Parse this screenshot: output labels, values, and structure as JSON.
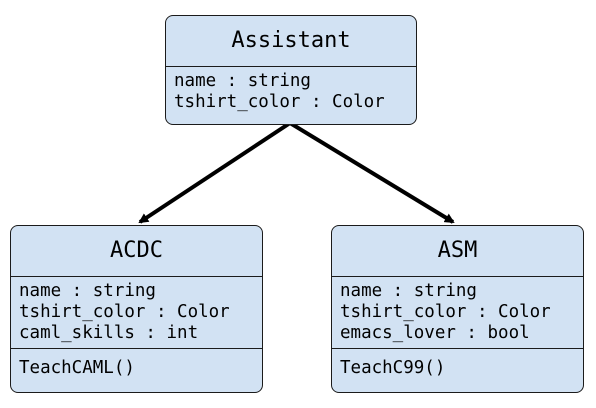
{
  "classes": {
    "assistant": {
      "name": "Assistant",
      "attributes": [
        "name : string",
        "tshirt_color : Color"
      ],
      "methods": []
    },
    "acdc": {
      "name": "ACDC",
      "attributes": [
        "name : string",
        "tshirt_color : Color",
        "caml_skills : int"
      ],
      "methods": [
        "TeachCAML()"
      ]
    },
    "asm": {
      "name": "ASM",
      "attributes": [
        "name : string",
        "tshirt_color : Color",
        "emacs_lover : bool"
      ],
      "methods": [
        "TeachC99()"
      ]
    }
  },
  "relations": [
    {
      "from": "assistant",
      "to": "acdc",
      "type": "arrow"
    },
    {
      "from": "assistant",
      "to": "asm",
      "type": "arrow"
    }
  ],
  "colors": {
    "box_fill": "#d2e2f3",
    "border": "#1b1b1b",
    "arrow": "#000000"
  }
}
